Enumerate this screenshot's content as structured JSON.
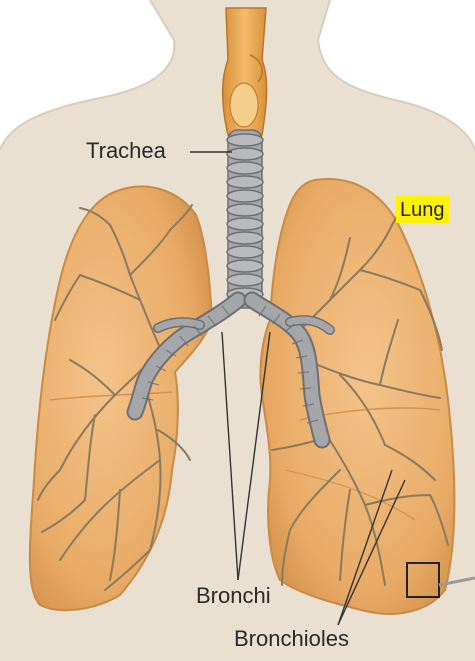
{
  "labels": {
    "trachea": "Trachea",
    "lung": "Lung",
    "bronchi": "Bronchi",
    "bronchioles": "Bronchioles"
  },
  "colors": {
    "body_skin": "#e9e0d2",
    "lung_fill": "#ebb475",
    "lung_edge": "#c98a45",
    "airway": "#a4a6a9",
    "airway_edge": "#6d6f72",
    "throat": "#e9a74e",
    "label_highlight": "#fff200"
  }
}
